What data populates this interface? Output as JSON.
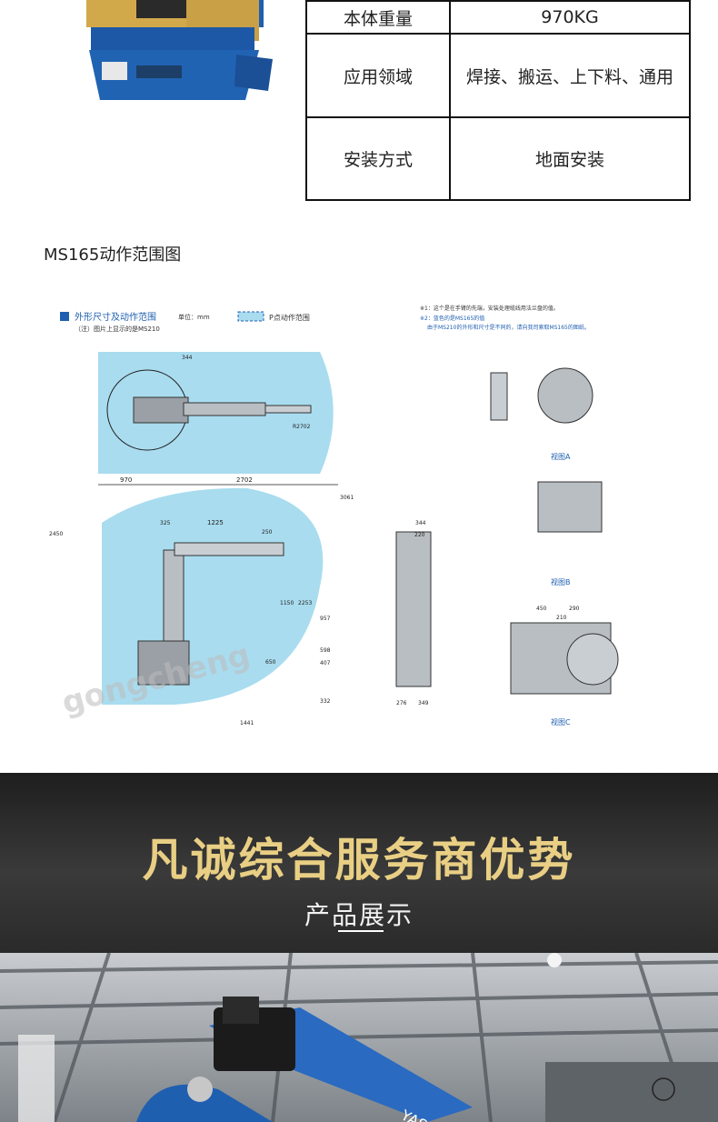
{
  "spec_table": {
    "rows": [
      {
        "label": "本体重量",
        "value": "970KG"
      },
      {
        "label": "应用领域",
        "value": "焊接、搬运、上下料、通用"
      },
      {
        "label": "安装方式",
        "value": "地面安装"
      }
    ]
  },
  "diagram_section": {
    "caption": "MS165动作范围图",
    "legend_title": "外形尺寸及动作范围",
    "unit_label": "单位：mm",
    "p_point_label": "P点动作范围",
    "note1": "※1：这个是在手臂的先端，安装处理缆线用法兰盘的值。",
    "note2": "※2：蓝色的是MS165的值",
    "note3": "由于MS210的外形和尺寸是不同的，请向我司索取MS165的图纸。",
    "sub_note": "（注）图片上显示的是MS210",
    "view_a": "视图A",
    "view_b": "视图B",
    "view_c": "视图C",
    "dims": {
      "d970": "970",
      "d2702": "2702",
      "d3061": "3061",
      "d2450": "2450",
      "d1225": "1225",
      "d325": "325",
      "d250": "250",
      "d344": "344",
      "d220": "220",
      "d276": "276",
      "d349": "349",
      "d957": "957",
      "d598": "598",
      "d407": "407",
      "d332": "332",
      "d1150": "1150",
      "d2253": "2253",
      "d650": "650",
      "d450": "450",
      "d290": "290",
      "d210": "210",
      "r2702": "R2702",
      "d1441": "1441"
    },
    "watermark": "gongcheng"
  },
  "band": {
    "title": "凡诚综合服务商优势",
    "subtitle": "产品展示"
  },
  "colors": {
    "robot_blue": "#1f5fb0",
    "range_fill": "#a9dcef",
    "gold": "#e9cf84"
  }
}
